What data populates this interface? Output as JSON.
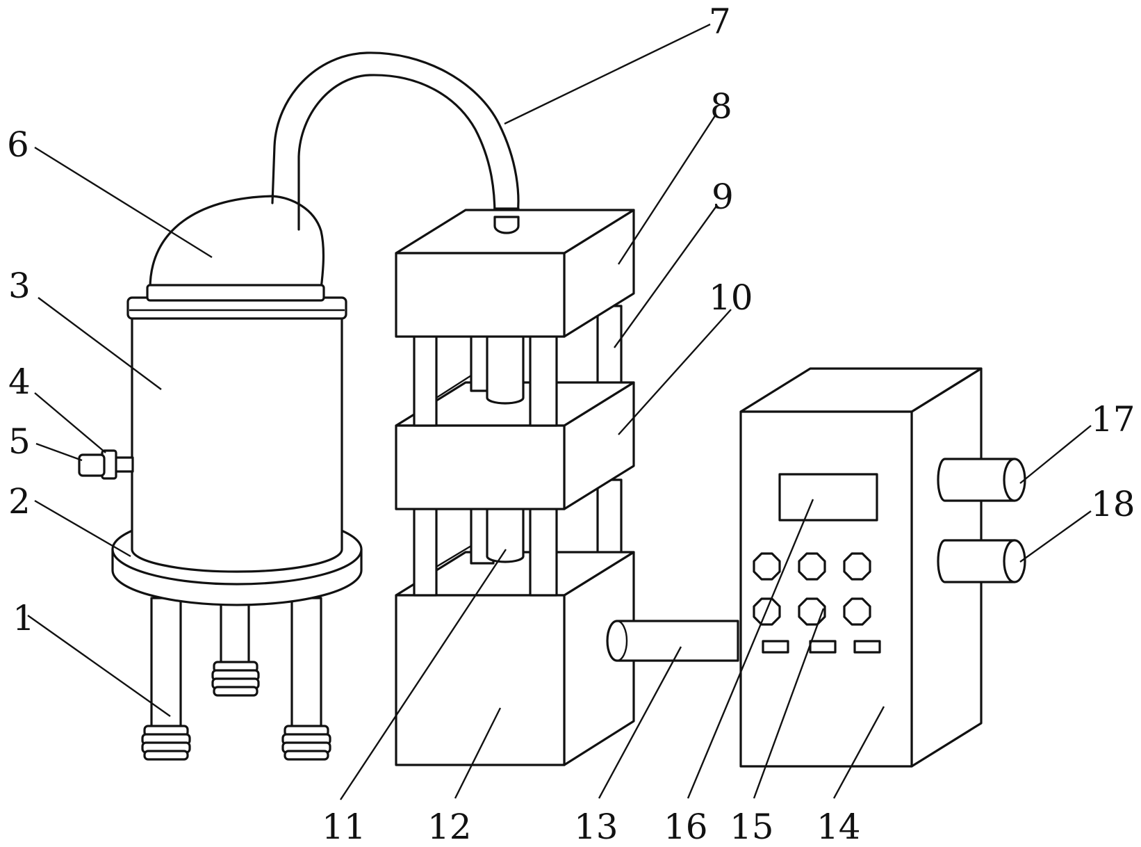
{
  "labels": {
    "l1": "1",
    "l2": "2",
    "l3": "3",
    "l4": "4",
    "l5": "5",
    "l6": "6",
    "l7": "7",
    "l8": "8",
    "l9": "9",
    "l10": "10",
    "l11": "11",
    "l12": "12",
    "l13": "13",
    "l14": "14",
    "l15": "15",
    "l16": "16",
    "l17": "17",
    "l18": "18"
  },
  "colors": {
    "stroke": "#111111",
    "background": "#ffffff"
  }
}
